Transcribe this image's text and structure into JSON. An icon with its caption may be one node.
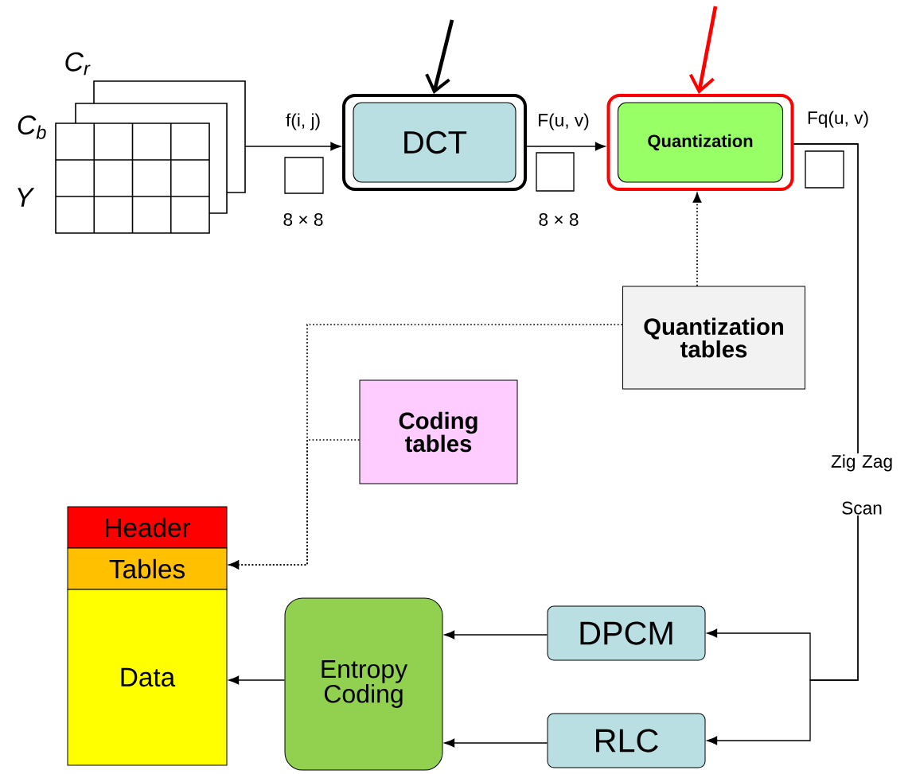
{
  "diagram": {
    "nodes": [
      {
        "text": [],
        "shape": "box",
        "beside": [
          "C$_{r}$",
          "C$_{b}$",
          "Y"
        ]
      },
      {
        "text": [
          "DCT"
        ]
      },
      {
        "text": [
          "Quantization"
        ]
      },
      {
        "text": [
          "Quantization tables"
        ]
      },
      {
        "text": [
          "Coding tables"
        ]
      },
      {
        "text": [
          "Header"
        ]
      },
      {
        "text": [
          "Tables"
        ]
      },
      {
        "text": [
          "Data"
        ]
      },
      {
        "text": [
          "Entropy Coding"
        ]
      },
      {
        "text": [
          "DPCM"
        ]
      },
      {
        "text": [
          "RLC"
        ]
      }
    ],
    "edges": [
      {
        "from": 0,
        "to": 1,
        "arrow": "to",
        "label": "f(i, j)"
      },
      {
        "from": 1,
        "to": 2,
        "arrow": "to",
        "label": "F(u, v)"
      },
      {
        "from": 3,
        "to": 2,
        "arrow": "to",
        "style": "dashed"
      },
      {
        "from": 3,
        "to": 6,
        "arrow": "to",
        "style": "dashed"
      },
      {
        "from": 4,
        "to": 6,
        "arrow": "to",
        "style": "dashed"
      },
      {
        "from": 2,
        "to": 9,
        "arrow": "to",
        "label": "Zig Zag Scan"
      },
      {
        "from": 2,
        "to": 10,
        "arrow": "to",
        "label": "Fq(u, v)"
      },
      {
        "from": 9,
        "to": 8,
        "arrow": "to"
      },
      {
        "from": 10,
        "to": 8,
        "arrow": "to"
      },
      {
        "from": 8,
        "to": 7,
        "arrow": "to"
      },
      {
        "from": null,
        "to": 1,
        "arrow": "to",
        "style": "thick"
      },
      {
        "from": null,
        "to": 2,
        "arrow": "to",
        "style": "thick",
        "color": "#ff0000"
      }
    ],
    "labels": [
      "8 × 8",
      "8 × 8"
    ]
  }
}
